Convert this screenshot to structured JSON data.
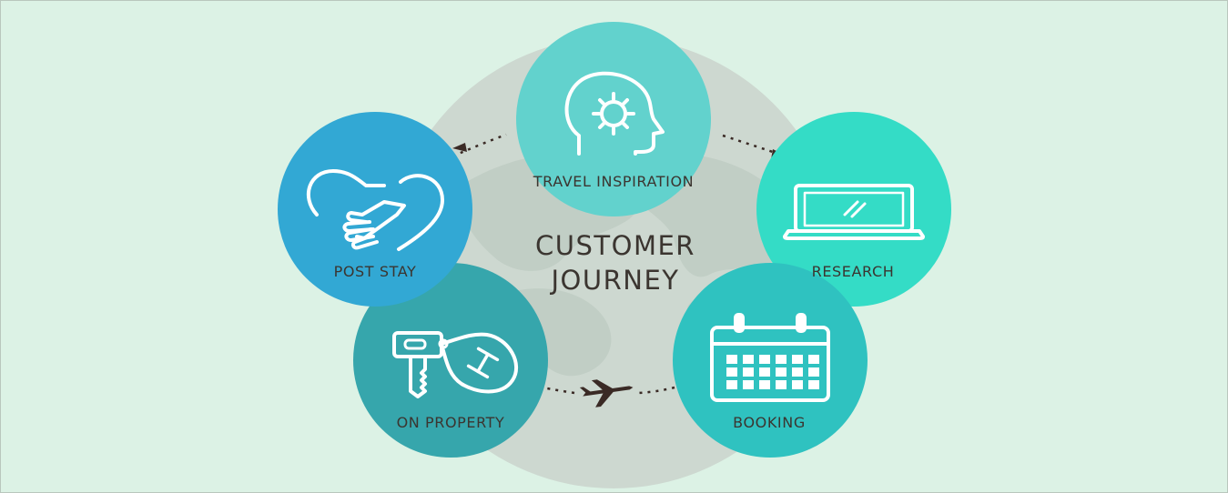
{
  "diagram": {
    "title_line1": "CUSTOMER",
    "title_line2": "JOURNEY",
    "colors": {
      "background": "#dcf2e5",
      "globe": "#cdd8d0",
      "globe_land": "#c1cec5",
      "arrow": "#3a2a25",
      "text": "#3b3530"
    },
    "steps": [
      {
        "label": "TRAVEL INSPIRATION",
        "icon": "head-gear-icon",
        "color": "#62d2cd"
      },
      {
        "label": "RESEARCH",
        "icon": "laptop-icon",
        "color": "#34dcc6"
      },
      {
        "label": "BOOKING",
        "icon": "calendar-icon",
        "color": "#2fc2c0"
      },
      {
        "label": "ON PROPERTY",
        "icon": "key-tag-icon",
        "color": "#36a6ac"
      },
      {
        "label": "POST STAY",
        "icon": "handshake-heart-icon",
        "color": "#32a8d4"
      }
    ],
    "connector_icon": "airplane-icon"
  }
}
